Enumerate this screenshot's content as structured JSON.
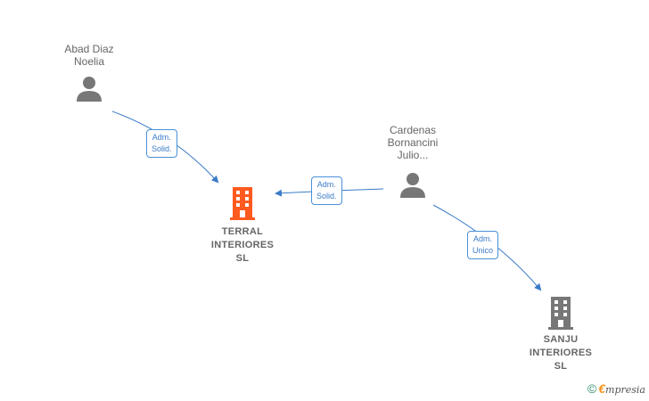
{
  "nodes": {
    "abad": {
      "name_line1": "Abad Diaz",
      "name_line2": "Noelia",
      "icon": "person-icon"
    },
    "cardenas": {
      "name_line1": "Cardenas",
      "name_line2": "Bornancini",
      "name_line3": "Julio...",
      "icon": "person-icon"
    },
    "terral": {
      "name_line1": "TERRAL",
      "name_line2": "INTERIORES",
      "name_line3": "SL",
      "icon": "building-icon",
      "color": "#ff5a1f"
    },
    "sanju": {
      "name_line1": "SANJU",
      "name_line2": "INTERIORES",
      "name_line3": "SL",
      "icon": "building-icon",
      "color": "#777777"
    }
  },
  "edges": [
    {
      "from": "abad",
      "to": "terral",
      "label_line1": "Adm.",
      "label_line2": "Solid."
    },
    {
      "from": "cardenas",
      "to": "terral",
      "label_line1": "Adm.",
      "label_line2": "Solid."
    },
    {
      "from": "cardenas",
      "to": "sanju",
      "label_line1": "Adm.",
      "label_line2": "Unico"
    }
  ],
  "colors": {
    "edge": "#3a7bc8",
    "person": "#777777"
  },
  "brand": {
    "copyright_symbol": "©",
    "logo_initial": "€",
    "logo_rest": "mpresia"
  }
}
